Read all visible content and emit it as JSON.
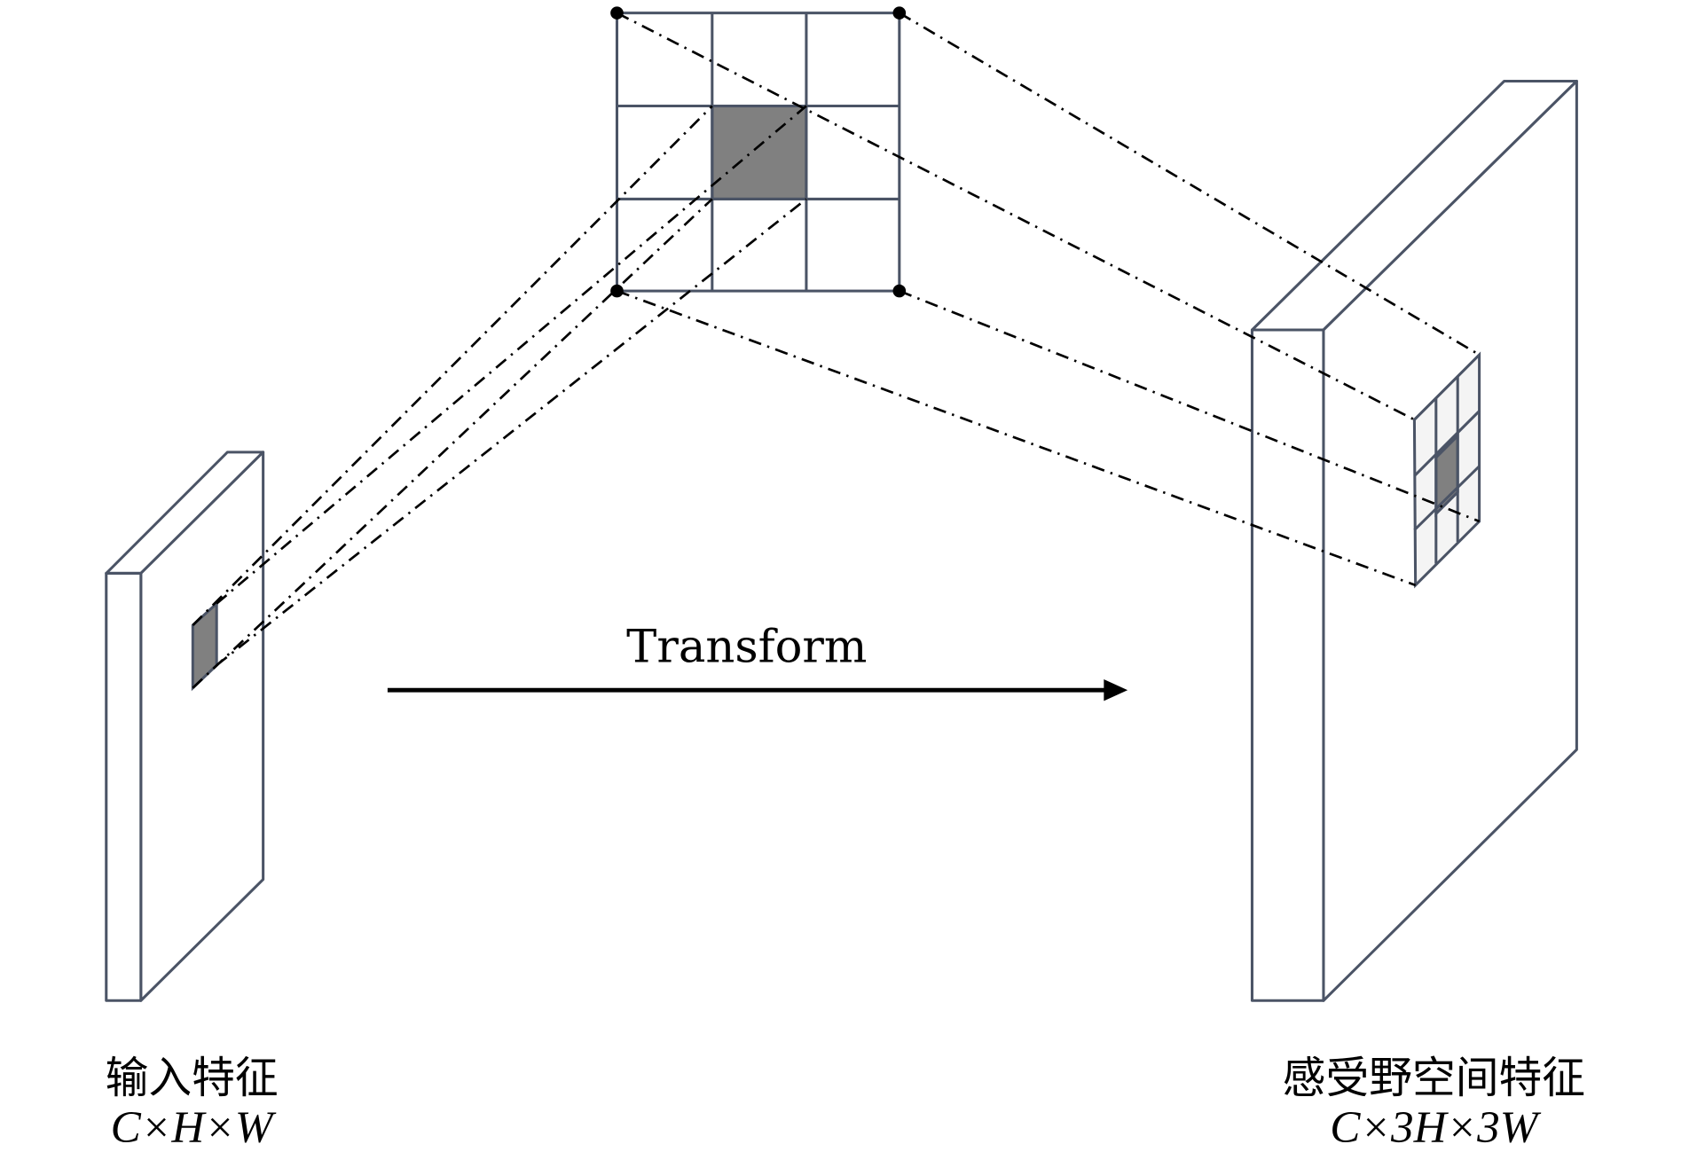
{
  "diagram": {
    "transform_label": "Transform",
    "input": {
      "title": "输入特征",
      "shape": "C×H×W"
    },
    "output": {
      "title": "感受野空间特征",
      "shape": "C×3H×3W"
    },
    "kernel_grid": {
      "rows": 3,
      "cols": 3,
      "highlighted_cell": "center"
    },
    "colors": {
      "stroke": "#4b5466",
      "highlight": "#808080",
      "small_grid_fill": "#f4f4f4"
    }
  }
}
